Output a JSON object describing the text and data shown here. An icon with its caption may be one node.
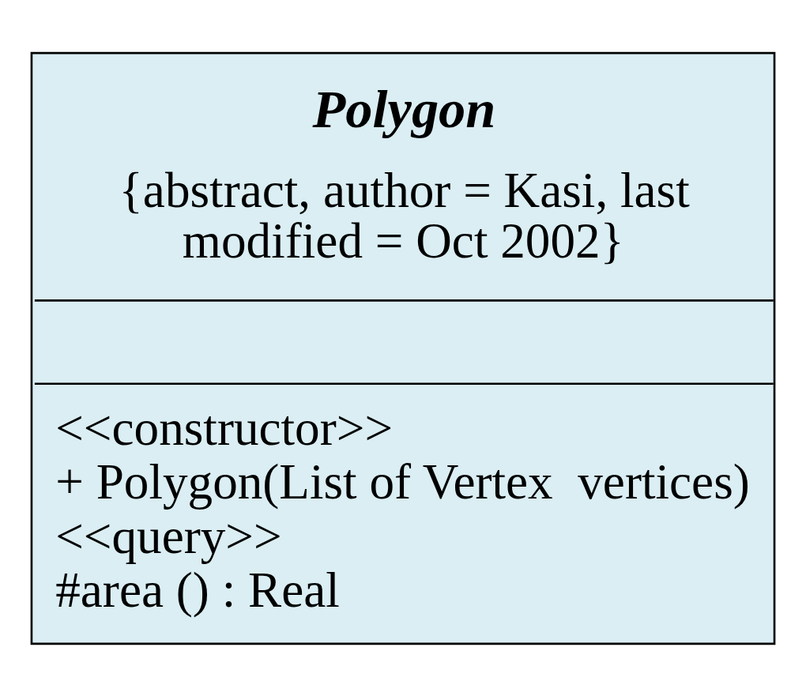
{
  "diagram": {
    "nodes": [
      {
        "text": [
          "Polygon",
          "{abstract, author = Kasi, last modified = Oct 2002}",
          "<<constructor>>",
          "+ Polygon(List of Vertex  vertices)",
          "<<query>>",
          "#area () : Real"
        ]
      }
    ],
    "edges": []
  }
}
